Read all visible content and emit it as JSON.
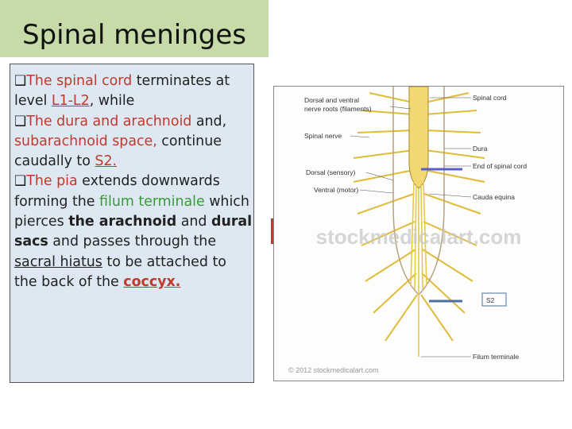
{
  "slide": {
    "title": "Spinal meninges",
    "para1": {
      "t1": "The spinal cord",
      "t2": " terminates at level ",
      "t3": "L1-L2",
      "t4": ", while"
    },
    "para2": {
      "t1": "The dura and arachnoid",
      "t2": " and, ",
      "t3": "subarachnoid space,",
      "t4": " continue caudally to ",
      "t5": "S2."
    },
    "para3": {
      "t1": "The pia",
      "t2": " extends downwards forming the ",
      "t3": "filum terminale",
      "t4": " which pierces ",
      "t5": "the arachnoid",
      "t6": " and ",
      "t7": "dural sacs",
      "t8": " and passes through the ",
      "t9": "sacral hiatus",
      "t10": " to be attached to the back of the ",
      "t11": "coccyx."
    }
  },
  "figure": {
    "labels": {
      "roots": "Dorsal and ventral\nnerve roots (filaments)",
      "spinal_nerve": "Spinal nerve",
      "dorsal": "Dorsal (sensory)",
      "ventral": "Ventral (motor)",
      "spinal_cord": "Spinal cord",
      "dura": "Dura",
      "end_cord": "End of spinal cord",
      "cauda": "Cauda equina",
      "filum": "Filum terminale",
      "s2": "S2"
    },
    "watermark": "stockmedicalart.com",
    "copyright": "© 2012 stockmedicalart.com",
    "colors": {
      "nerve": "#e8c84a",
      "arrow": "#5a5ec8",
      "s2_arrow": "#4a6fa0"
    }
  }
}
